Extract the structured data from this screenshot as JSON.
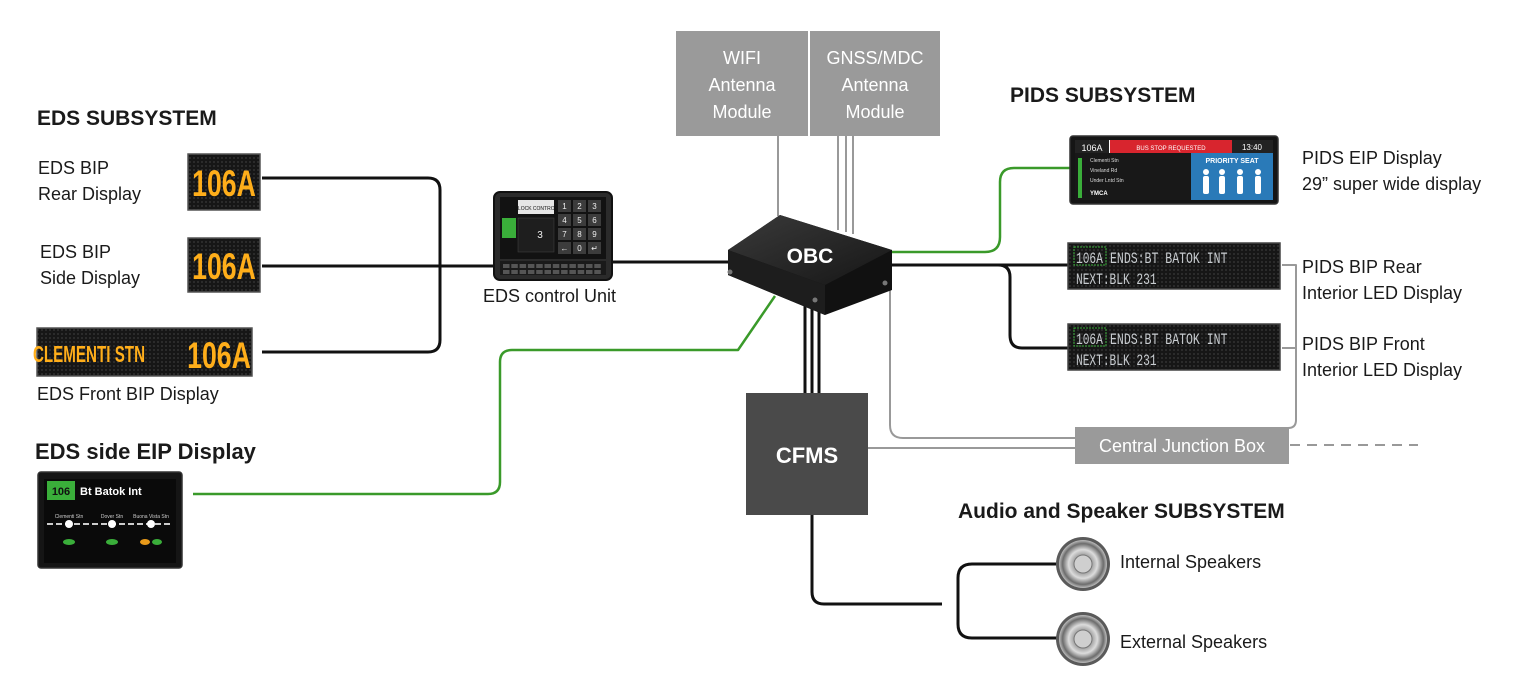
{
  "eds": {
    "title": "EDS SUBSYSTEM",
    "rear_label": [
      "EDS BIP",
      "Rear Display"
    ],
    "side_label": [
      "EDS BIP",
      "Side Display"
    ],
    "front_label": "EDS Front BIP Display",
    "led_route": "106A",
    "front_destination": "CLEMENTI STN",
    "control_unit_label": "EDS control Unit",
    "control_unit_title": "BLOCK CONTROL",
    "control_unit_time": "3",
    "control_unit_keys": [
      "1",
      "2",
      "3",
      "4",
      "5",
      "6",
      "7",
      "8",
      "9",
      "←",
      "0",
      "↵"
    ]
  },
  "eds_side_eip": {
    "title": "EDS side EIP Display",
    "route": "106",
    "destination": "Bt Batok Int",
    "stops": [
      "Clementi Stn",
      "Dover Stn",
      "Buona Vista Stn"
    ]
  },
  "antennas": {
    "wifi": [
      "WIFI",
      "Antenna",
      "Module"
    ],
    "gnss": [
      "GNSS/MDC",
      "Antenna",
      "Module"
    ]
  },
  "obc_label": "OBC",
  "cfms_label": "CFMS",
  "junction_label": "Central Junction Box",
  "pids": {
    "title": "PIDS SUBSYSTEM",
    "eip_label": [
      "PIDS EIP Display",
      "29” super wide display"
    ],
    "eip_screen": {
      "route": "106A",
      "alert": "BUS STOP REQUESTED",
      "time": "13:40",
      "priority": "PRIORITY SEAT",
      "stops": [
        "Clementi Stn",
        "Vineland Rd",
        "Under Lntd Stn"
      ],
      "final": "YMCA"
    },
    "rear_label": [
      "PIDS BIP Rear",
      "Interior LED Display"
    ],
    "front_label": [
      "PIDS BIP Front",
      "Interior LED Display"
    ],
    "led_line1": "106A",
    "led_line1b": "ENDS:BT BATOK INT",
    "led_line2": "NEXT:BLK 231"
  },
  "audio": {
    "title": "Audio and Speaker SUBSYSTEM",
    "internal": "Internal Speakers",
    "external": "External Speakers"
  },
  "colors": {
    "line_black": "#111111",
    "line_green": "#3a9a2a",
    "line_grey": "#999999",
    "box_grey": "#9a9a9a",
    "cfms_dark": "#4a4a4a",
    "led_amber": "#ffae1a",
    "led_grey": "#c8ccd0",
    "eip_green": "#3aae3a",
    "eip_red": "#d8252e",
    "eip_blue": "#2a7ab8"
  }
}
